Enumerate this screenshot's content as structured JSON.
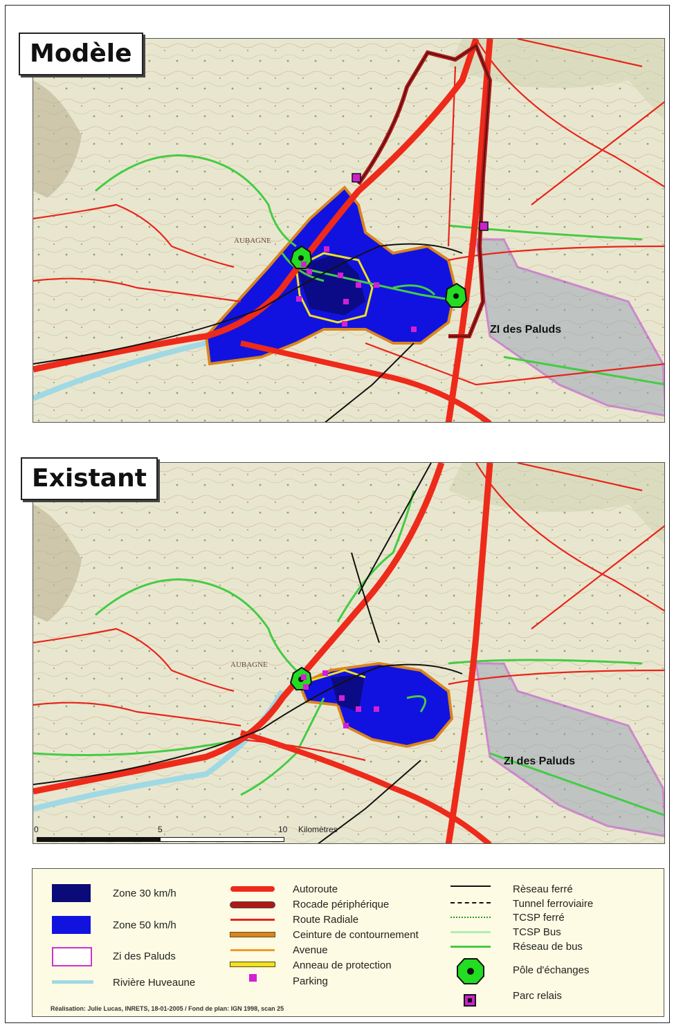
{
  "maps": {
    "model": {
      "title": "Modèle",
      "zone_label": "ZI des Paluds",
      "town_label": "AUBAGNE"
    },
    "existing": {
      "title": "Existant",
      "zone_label": "ZI des Paluds",
      "town_label": "AUBAGNE"
    }
  },
  "scale": {
    "ticks": [
      "0",
      "5",
      "10"
    ],
    "unit": "Kilomètres"
  },
  "legend": {
    "col1": [
      {
        "label": "Zone 30 km/h",
        "color": "#0a0a78"
      },
      {
        "label": "Zone 50 km/h",
        "color": "#1212e0"
      },
      {
        "label": "Zi des Paluds",
        "color": "#cc33cc"
      },
      {
        "label": "Rivière Huveaune",
        "color": "#9fd9e4"
      }
    ],
    "col2": [
      {
        "label": "Autoroute",
        "color": "#ee2a1a"
      },
      {
        "label": "Rocade périphérique",
        "color": "#b01818"
      },
      {
        "label": "Route Radiale",
        "color": "#e8241a"
      },
      {
        "label": "Ceinture de contournement",
        "color": "#d9851f"
      },
      {
        "label": "Avenue",
        "color": "#f39a2a"
      },
      {
        "label": "Anneau de protection",
        "color": "#f0e020"
      },
      {
        "label": "Parking",
        "color": "#d41fd4"
      }
    ],
    "col3": [
      {
        "label": "Rèseau ferré",
        "color": "#111111"
      },
      {
        "label": "Tunnel ferroviaire",
        "color": "#111111"
      },
      {
        "label": "TCSP ferré",
        "color": "#2a9a2a"
      },
      {
        "label": "TCSP Bus",
        "color": "#b0f0b0"
      },
      {
        "label": "Réseau de bus",
        "color": "#44cc44"
      },
      {
        "label": "Pôle d'échanges",
        "color": "#22dd22"
      },
      {
        "label": "Parc relais",
        "color": "#cc22cc"
      }
    ],
    "credit": "Réalisation: Julie Lucas, INRETS, 18-01-2005 / Fond de plan: IGN 1998, scan 25"
  }
}
